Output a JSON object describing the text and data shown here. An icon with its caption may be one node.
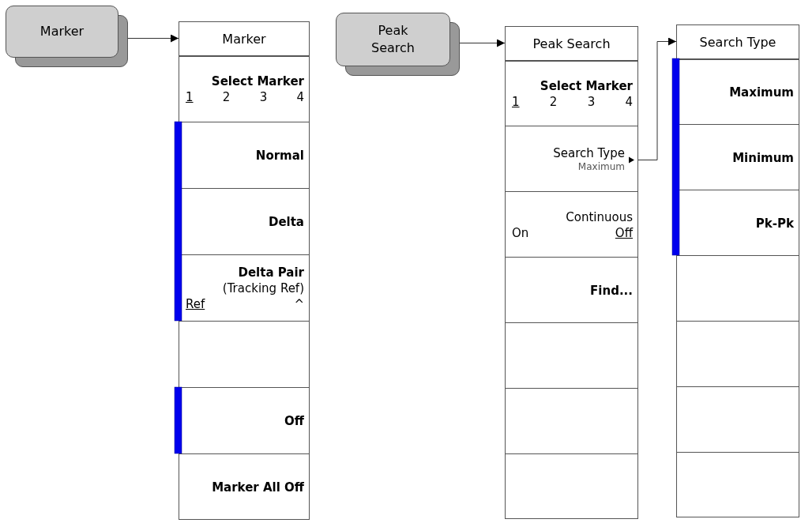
{
  "diagram": {
    "nodes": [
      {
        "text": [
          "Marker"
        ]
      },
      {
        "text": [
          "Marker"
        ]
      },
      {
        "text": [
          "Select Marker",
          "1",
          "2",
          "3",
          "4"
        ],
        "in": 1
      },
      {
        "text": [
          "Normal"
        ],
        "in": 1
      },
      {
        "text": [
          "Delta"
        ],
        "in": 1
      },
      {
        "text": [
          "Delta Pair",
          "(Tracking Ref)",
          "Ref",
          "^"
        ],
        "in": 1
      },
      {
        "text": [],
        "shape": "box",
        "in": 1
      },
      {
        "text": [
          "Off"
        ],
        "in": 1
      },
      {
        "text": [
          "Marker All Off"
        ],
        "in": 1
      },
      {
        "text": [
          "Peak Search"
        ]
      },
      {
        "text": [
          "Peak Search"
        ]
      },
      {
        "text": [
          "Select Marker",
          "1",
          "2",
          "3",
          "4"
        ],
        "in": 10
      },
      {
        "text": [
          "Search Type",
          "Maximum"
        ],
        "in": 10
      },
      {
        "text": [
          "Continuous",
          "On",
          "Off"
        ],
        "in": 10
      },
      {
        "text": [
          "Find..."
        ],
        "in": 10
      },
      {
        "text": [],
        "shape": "box",
        "in": 10
      },
      {
        "text": [],
        "shape": "box",
        "in": 10
      },
      {
        "text": [],
        "shape": "box",
        "in": 10
      },
      {
        "text": [
          "Search Type"
        ]
      },
      {
        "text": [
          "Maximum"
        ],
        "in": 18
      },
      {
        "text": [
          "Minimum"
        ],
        "in": 18
      },
      {
        "text": [
          "Pk-Pk"
        ],
        "in": 18
      },
      {
        "text": [],
        "shape": "box",
        "in": 18
      },
      {
        "text": [],
        "shape": "box",
        "in": 18
      },
      {
        "text": [],
        "shape": "box",
        "in": 18
      },
      {
        "text": [],
        "shape": "box",
        "in": 18
      }
    ],
    "edges": [
      {
        "from": 0,
        "to": 1,
        "arrow": "to"
      },
      {
        "from": 9,
        "to": 10,
        "arrow": "to"
      },
      {
        "from": 12,
        "to": 18,
        "arrow": "to"
      }
    ]
  }
}
